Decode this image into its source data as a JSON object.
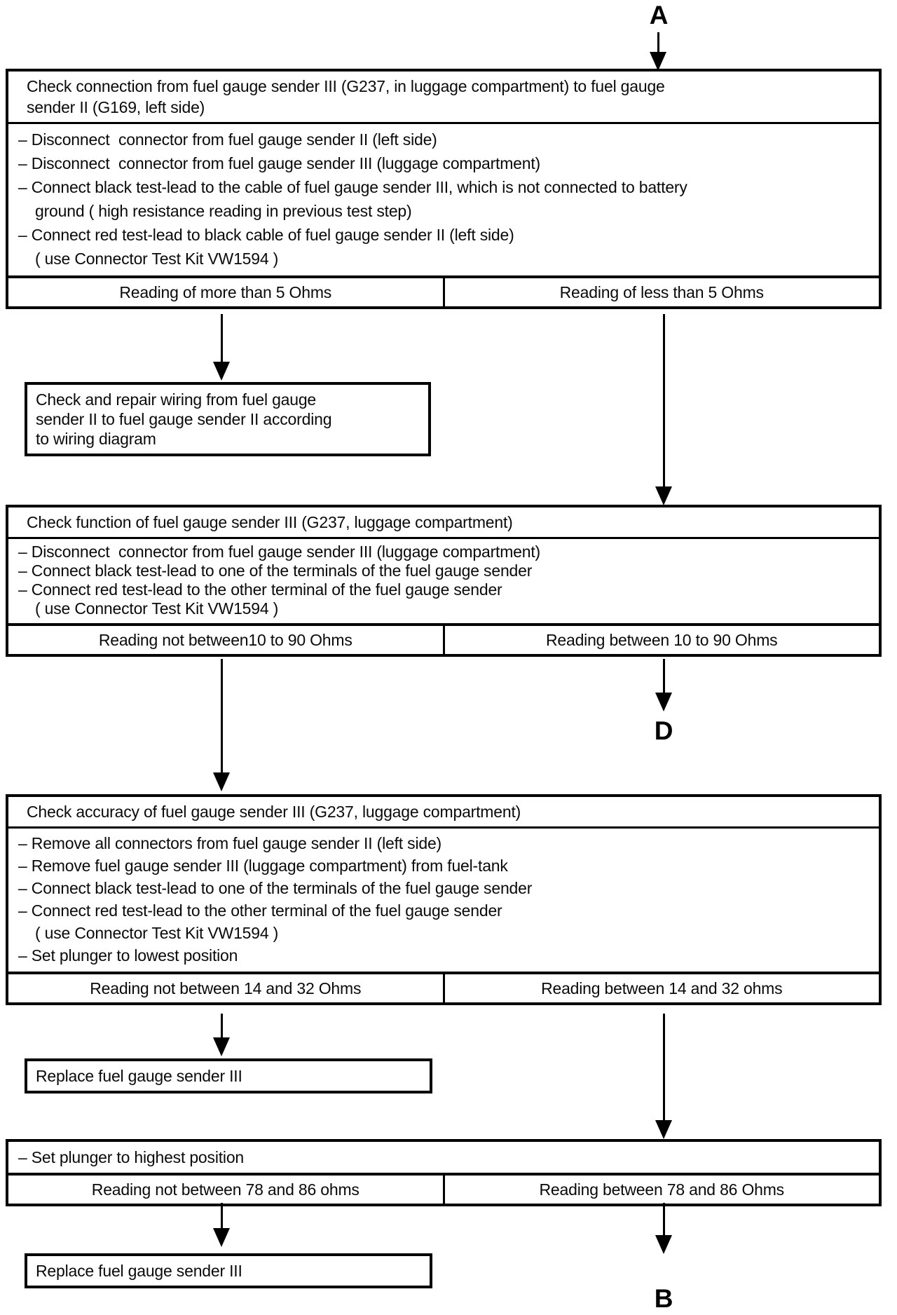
{
  "connectors": {
    "top": "A",
    "mid": "D",
    "bottom": "B"
  },
  "decision_boxes": [
    {
      "title_lines": [
        "Check connection from fuel gauge sender III (G237, in luggage compartment) to fuel gauge",
        "sender II (G169, left side)"
      ],
      "steps": [
        "– Disconnect  connector from fuel gauge sender II (left side)",
        "– Disconnect  connector from fuel gauge sender III (luggage compartment)",
        "– Connect black test-lead to the cable of fuel gauge sender III, which is not connected to battery",
        "ground ( high resistance reading in previous test step)",
        "– Connect red test-lead to black cable of fuel gauge sender II (left side)",
        "( use Connector Test Kit VW1594 )"
      ],
      "outcome_left": "Reading of more than 5 Ohms",
      "outcome_right": "Reading of less than 5 Ohms"
    },
    {
      "title_lines": [
        "Check function of fuel gauge sender III (G237, luggage compartment)"
      ],
      "steps": [
        "– Disconnect  connector from fuel gauge sender III (luggage compartment)",
        "– Connect black test-lead to one of the terminals of the fuel gauge sender",
        "– Connect red test-lead to the other terminal of the fuel gauge sender",
        "( use Connector Test Kit VW1594 )"
      ],
      "outcome_left": "Reading not between10 to 90 Ohms",
      "outcome_right": "Reading between 10 to 90 Ohms"
    },
    {
      "title_lines": [
        "Check accuracy of fuel gauge sender III (G237, luggage compartment)"
      ],
      "steps": [
        "– Remove all connectors from fuel gauge sender II (left side)",
        "– Remove fuel gauge sender III (luggage compartment) from fuel-tank",
        "– Connect black test-lead to one of the terminals of the fuel gauge sender",
        "– Connect red test-lead to the other terminal of the fuel gauge sender",
        "( use Connector Test Kit VW1594 )",
        "– Set plunger to lowest position"
      ],
      "outcome_left": "Reading not between 14 and 32 Ohms",
      "outcome_right": "Reading between 14 and 32 ohms"
    },
    {
      "title_lines": [],
      "steps": [
        "– Set plunger to highest position"
      ],
      "outcome_left": "Reading not between 78 and 86 ohms",
      "outcome_right": "Reading between 78 and 86 Ohms"
    }
  ],
  "action_boxes": [
    {
      "lines": [
        "Check and repair wiring from fuel gauge",
        "sender II to fuel gauge sender II according",
        "to wiring diagram"
      ]
    },
    {
      "lines": [
        "Replace fuel gauge sender III"
      ]
    },
    {
      "lines": [
        "Replace fuel gauge sender III"
      ]
    }
  ]
}
